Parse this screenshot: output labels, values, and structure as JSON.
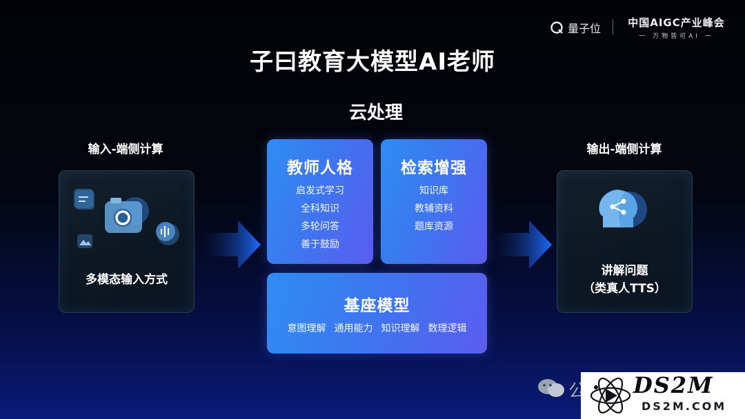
{
  "header": {
    "brand_left": "量子位",
    "brand_right_main": "中国AIGC产业峰会",
    "brand_right_sub": "一 万物皆可AI 一"
  },
  "title": "子曰教育大模型AI老师",
  "cloud_title": "云处理",
  "input": {
    "label": "输入-端侧计算",
    "card_text": "多模态输入方式"
  },
  "output": {
    "label": "输出-端侧计算",
    "card_line1": "讲解问题",
    "card_line2": "（类真人TTS）"
  },
  "panels": {
    "teacher": {
      "title": "教师人格",
      "items": [
        "启发式学习",
        "全科知识",
        "多轮问答",
        "善于鼓励"
      ]
    },
    "retrieval": {
      "title": "检索增强",
      "items": [
        "知识库",
        "教辅资料",
        "题库资源"
      ]
    },
    "base": {
      "title": "基座模型",
      "items": [
        "意图理解",
        "通用能力",
        "知识理解",
        "数理逻辑"
      ]
    }
  },
  "watermark": {
    "logo_text": "DS2M",
    "url": "DS2M.COM",
    "partial_text": "公"
  },
  "colors": {
    "panel_gradient_start": "#2f8df2",
    "panel_gradient_end": "#5b5cf0",
    "arrow_blue": "#1f6bff",
    "background_bottom": "#0a1a7a"
  }
}
